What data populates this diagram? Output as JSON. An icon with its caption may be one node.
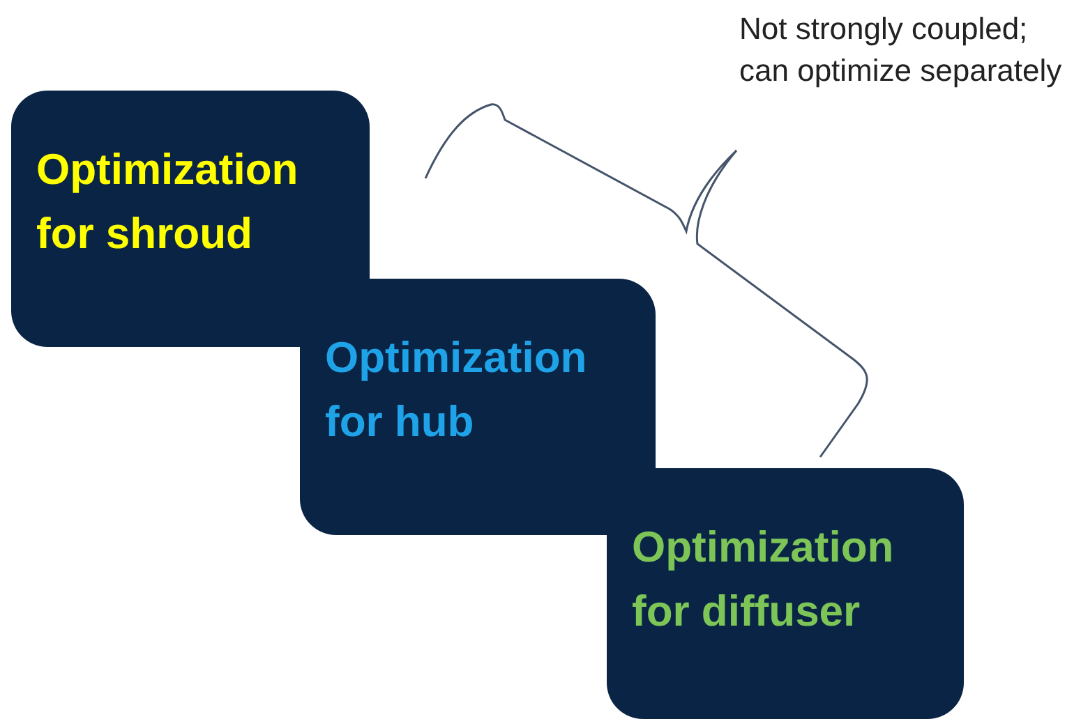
{
  "diagram": {
    "nodes": [
      {
        "text": [
          "Optimization for shroud"
        ]
      },
      {
        "text": [
          "Optimization for hub"
        ]
      },
      {
        "text": [
          "Optimization for diffuser"
        ]
      }
    ],
    "labels": [
      "Not strongly coupled; can optimize separately"
    ]
  }
}
